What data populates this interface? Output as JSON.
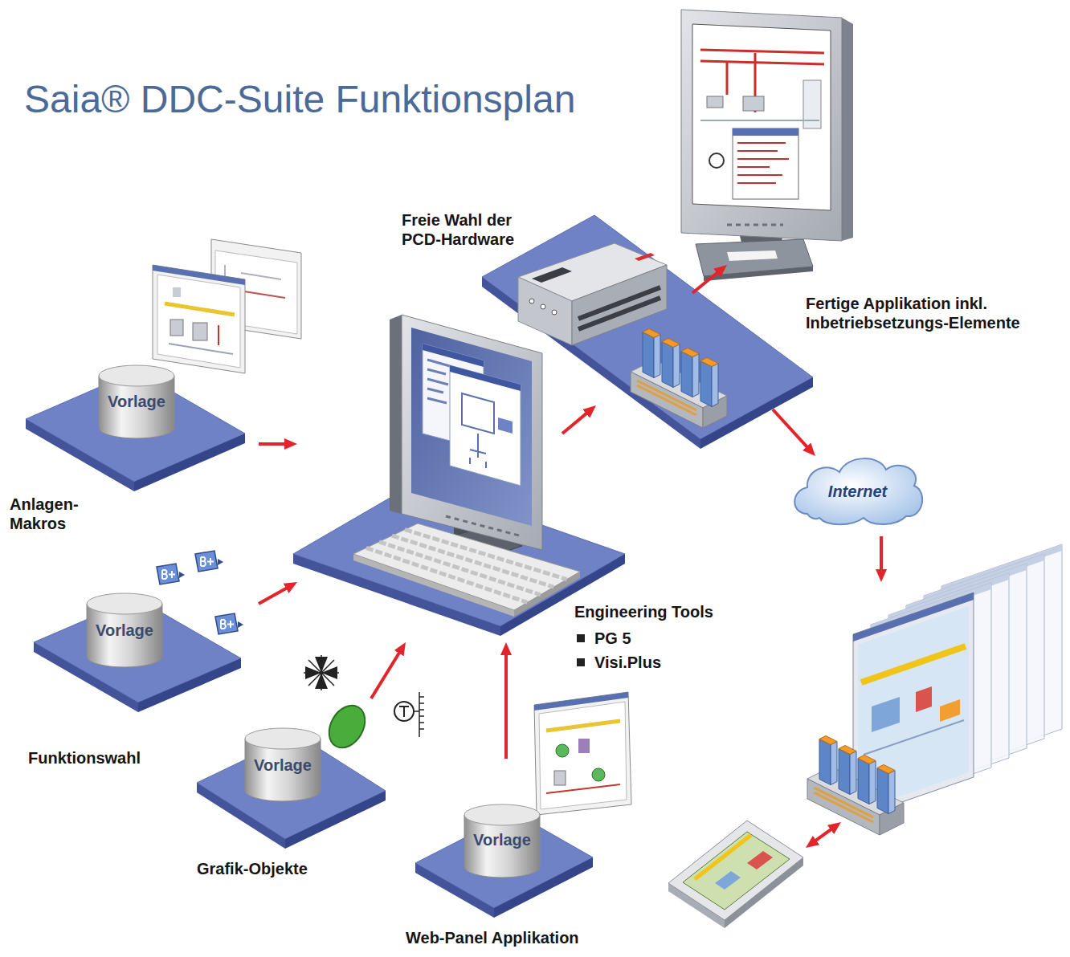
{
  "diagram": {
    "title": "Saia® DDC-Suite Funktionsplan",
    "nodes": [
      {
        "text": [
          "Freie Wahl der PCD-Hardware"
        ]
      },
      {
        "text": [
          "Fertige Applikation inkl. Inbetriebsetzungs-Elemente"
        ]
      },
      {
        "text": [
          "Vorlage",
          "Anlagen-Makros"
        ]
      },
      {
        "text": [
          "Engineering Tools",
          "PG 5",
          "Visi.Plus"
        ]
      },
      {
        "text": [
          "Internet"
        ]
      },
      {
        "text": [
          "Vorlage",
          "Funktionswahl"
        ]
      },
      {
        "text": [
          "Vorlage",
          "Grafik-Objekte"
        ]
      },
      {
        "text": [
          "Vorlage",
          "Web-Panel Applikation"
        ]
      }
    ],
    "edges": [
      {
        "from": 2,
        "to": 3,
        "arrow": "to"
      },
      {
        "from": 5,
        "to": 3,
        "arrow": "to"
      },
      {
        "from": 6,
        "to": 3,
        "arrow": "to"
      },
      {
        "from": 7,
        "to": 3,
        "arrow": "to"
      },
      {
        "from": 3,
        "to": 0,
        "arrow": "to"
      },
      {
        "from": 0,
        "to": 1,
        "arrow": "to"
      },
      {
        "from": 0,
        "to": 4,
        "arrow": "to"
      }
    ]
  }
}
